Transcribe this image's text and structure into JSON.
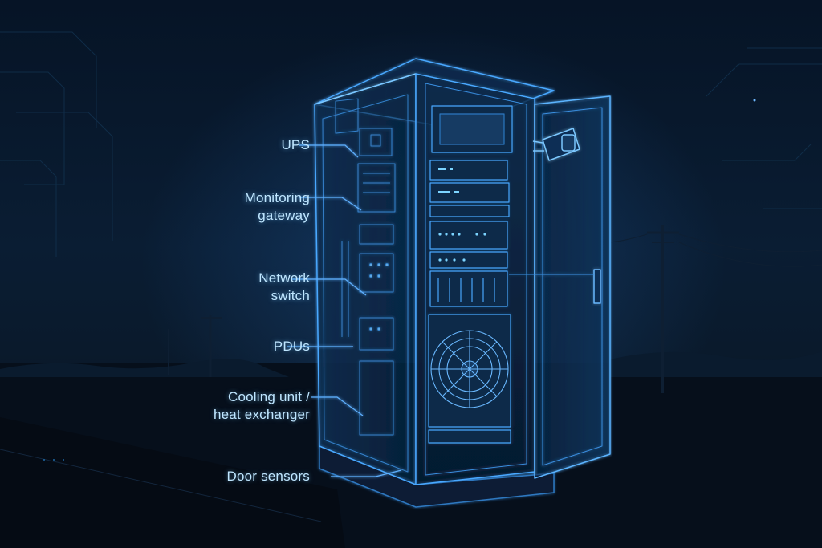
{
  "labels": {
    "ups": "UPS",
    "gateway_line1": "Monitoring",
    "gateway_line2": "gateway",
    "switch_line1": "Network",
    "switch_line2": "switch",
    "pdus": "PDUs",
    "cooling_line1": "Cooling unit /",
    "cooling_line2": "heat exchanger",
    "door": "Door sensors"
  },
  "colors": {
    "background": "#071426",
    "line": "#4aa8ff",
    "glow": "#7cc8ff",
    "label": "#bfe6ff"
  }
}
